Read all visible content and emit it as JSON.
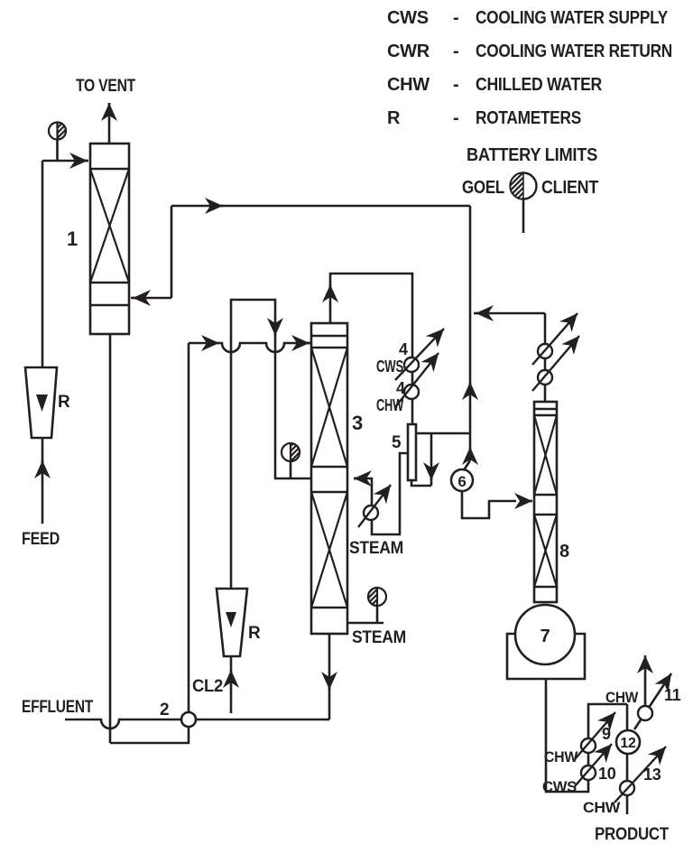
{
  "legend": {
    "entries": [
      {
        "abbr": "CWS",
        "dash": "-",
        "meaning": "COOLING WATER SUPPLY"
      },
      {
        "abbr": "CWR",
        "dash": "-",
        "meaning": "COOLING WATER RETURN"
      },
      {
        "abbr": "CHW",
        "dash": "-",
        "meaning": "CHILLED WATER"
      },
      {
        "abbr": "R",
        "dash": "-",
        "meaning": "ROTAMETERS"
      }
    ],
    "battery_limits": "BATTERY LIMITS",
    "owner": "GOEL",
    "client": "CLIENT"
  },
  "streams": {
    "to_vent": "TO VENT",
    "feed": "FEED",
    "effluent": "EFFLUENT",
    "cl2": "CL2",
    "steam_mid": "STEAM",
    "steam_reboiler": "STEAM",
    "product": "PRODUCT"
  },
  "rotameters": {
    "r1": "R",
    "r2": "R"
  },
  "utility_taps": {
    "cws_4": "CWS",
    "chw_4": "CHW",
    "chw_9": "CHW",
    "cws_10": "CWS",
    "chw_11": "CHW",
    "chw_13": "CHW"
  },
  "equipment": {
    "column1": "1",
    "pump2": "2",
    "column3": "3",
    "tap4a": "4",
    "tap4b": "4",
    "condenser5": "5",
    "pump6": "6",
    "vessel7": "7",
    "column8": "8",
    "tap9": "9",
    "tap10": "10",
    "tap11": "11",
    "item12": "12",
    "tap13": "13"
  },
  "colors": {
    "ink": "#231f20",
    "paper": "#ffffff"
  }
}
